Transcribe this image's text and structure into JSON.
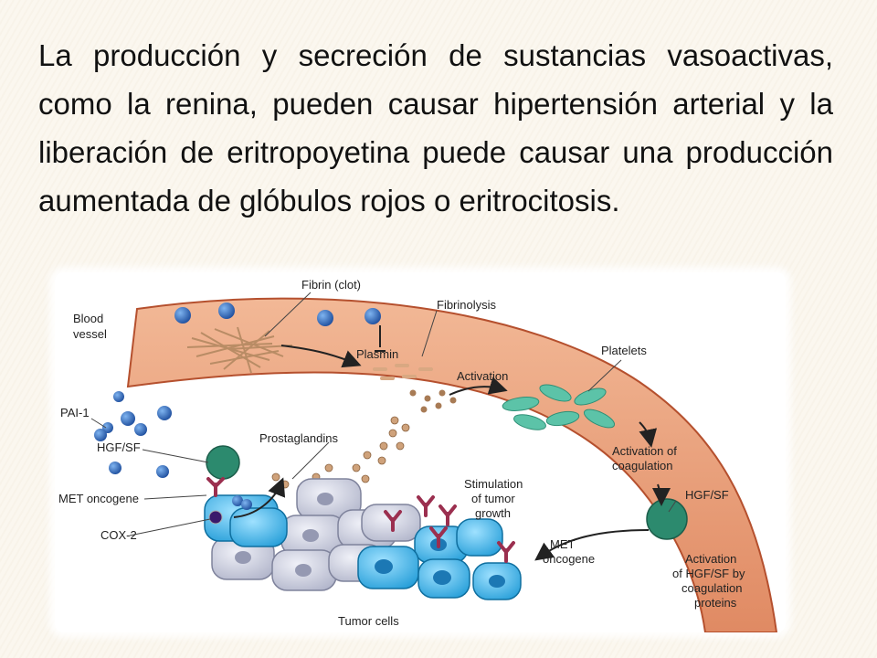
{
  "slide": {
    "text": "La producción y secreción de sustancias vasoactivas, como la renina, pueden causar hipertensión arterial y la liberación de eritropoyetina puede causar una producción aumentada de glóbulos rojos o eritrocitosis."
  },
  "diagram": {
    "labels": {
      "blood_vessel_1": "Blood",
      "blood_vessel_2": "vessel",
      "fibrin": "Fibrin (clot)",
      "fibrinolysis": "Fibrinolysis",
      "plasmin": "Plasmin",
      "platelets": "Platelets",
      "activation": "Activation",
      "activation_coag_1": "Activation of",
      "activation_coag_2": "coagulation",
      "pai1": "PAI-1",
      "hgfsf_left": "HGF/SF",
      "prostaglandins": "Prostaglandins",
      "met_oncogene_left": "MET oncogene",
      "cox2": "COX-2",
      "stim_1": "Stimulation",
      "stim_2": "of tumor",
      "stim_3": "growth",
      "hgfsf_right": "HGF/SF",
      "met_right_1": "MET",
      "met_right_2": "oncogene",
      "act_hgf_1": "Activation",
      "act_hgf_2": "of HGF/SF by",
      "act_hgf_3": "coagulation",
      "act_hgf_4": "proteins",
      "tumor_cells": "Tumor cells"
    },
    "colors": {
      "vessel": "#e9a07a",
      "vessel_edge": "#b5502e",
      "blue_dot": "#2f5fae",
      "platelet": "#5cc3a8",
      "hgf": "#2c8a6e",
      "tumor_blue": "#22a7e0",
      "tumor_grey": "#c8cbdc",
      "receptor": "#9b2f4f",
      "prostaglandin": "#b9885a"
    }
  }
}
